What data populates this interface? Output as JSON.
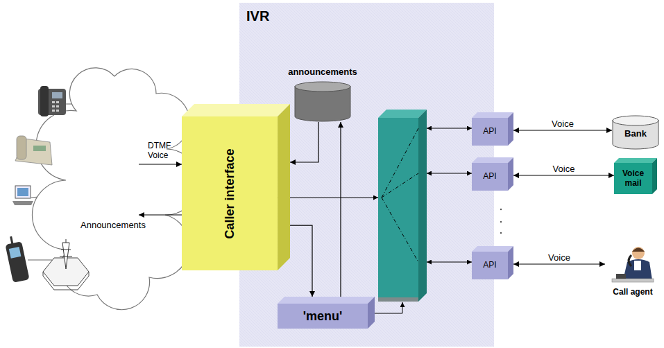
{
  "diagram": {
    "nodes": [
      {
        "text": [
          "IVR"
        ]
      },
      {
        "text": [
          "announcements"
        ],
        "in": 0
      },
      {
        "text": [
          "Caller interface"
        ],
        "in": 0
      },
      {
        "text": [
          "'menu'"
        ],
        "in": 0
      },
      {
        "text": [
          "API"
        ]
      },
      {
        "text": [
          "Bank"
        ]
      },
      {
        "text": [
          "API"
        ]
      },
      {
        "text": [
          "Voice mail"
        ]
      },
      {
        "text": [
          "API"
        ]
      },
      {
        "text": [
          "Call agent"
        ]
      }
    ],
    "edges": [
      {
        "from": 4,
        "to": 5,
        "label": "Voice",
        "arrow": "both"
      },
      {
        "from": 6,
        "to": 7,
        "label": "Voice",
        "arrow": "both"
      },
      {
        "from": 8,
        "to": 9,
        "label": "Voice",
        "arrow": "both"
      },
      {
        "from": 2,
        "to": 3,
        "arrow": "to"
      },
      {
        "from": 3,
        "to": 1,
        "arrow": "to"
      },
      {
        "from": 1,
        "to": 2,
        "arrow": "to"
      }
    ],
    "labels": [
      "DTMF Voice",
      "Announcements"
    ]
  }
}
